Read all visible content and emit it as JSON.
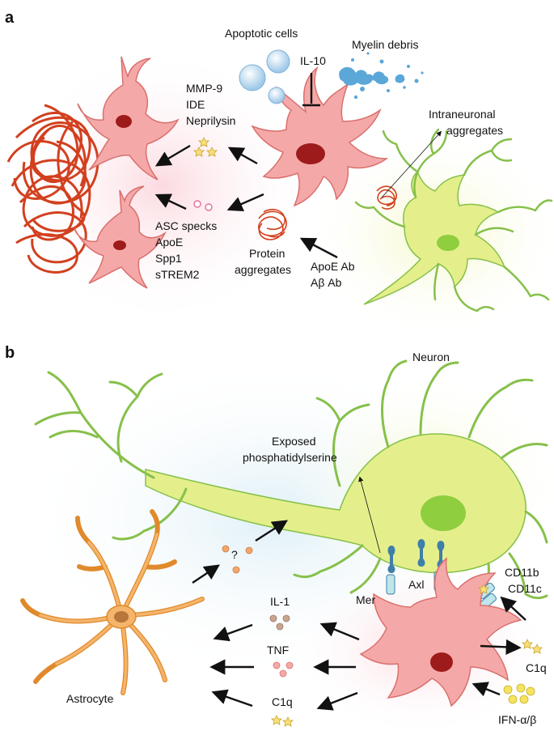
{
  "panel_a": {
    "label": "a",
    "apoptotic_cells": "Apoptotic cells",
    "myelin_debris": "Myelin debris",
    "il10": "IL-10",
    "enzymes": [
      "MMP-9",
      "IDE",
      "Neprilysin"
    ],
    "intraneuronal": [
      "Intraneuronal",
      "aggregates"
    ],
    "secreted": [
      "ASC specks",
      "ApoE",
      "Spp1",
      "sTREM2"
    ],
    "protein_aggregates": [
      "Protein",
      "aggregates"
    ],
    "antibodies": [
      "ApoE Ab",
      "Aβ Ab"
    ]
  },
  "panel_b": {
    "label": "b",
    "neuron": "Neuron",
    "exposed_ps": [
      "Exposed",
      "phosphatidylserine"
    ],
    "unknown": "?",
    "mer": "Mer",
    "axl": "Axl",
    "cd11b": "CD11b",
    "cd11c": "CD11c",
    "il1": "IL-1",
    "tnf": "TNF",
    "c1q_left": "C1q",
    "c1q_right": "C1q",
    "ifn": "IFN-α/β",
    "astrocyte": "Astrocyte"
  },
  "colors": {
    "microglia_fill": "#f4a9a8",
    "microglia_stroke": "#d9706e",
    "nucleus": "#9e1b1b",
    "neuron_fill": "#e4ef8c",
    "neuron_stroke": "#86c04a",
    "neuron_nucleus": "#8fce3f",
    "astrocyte_fill": "#f5b46a",
    "astrocyte_stroke": "#e08a2c",
    "aggregate": "#d2401f",
    "debris": "#5aa7d8",
    "receptor": "#3f7fa8",
    "receptor_light": "#bfe6ea"
  }
}
